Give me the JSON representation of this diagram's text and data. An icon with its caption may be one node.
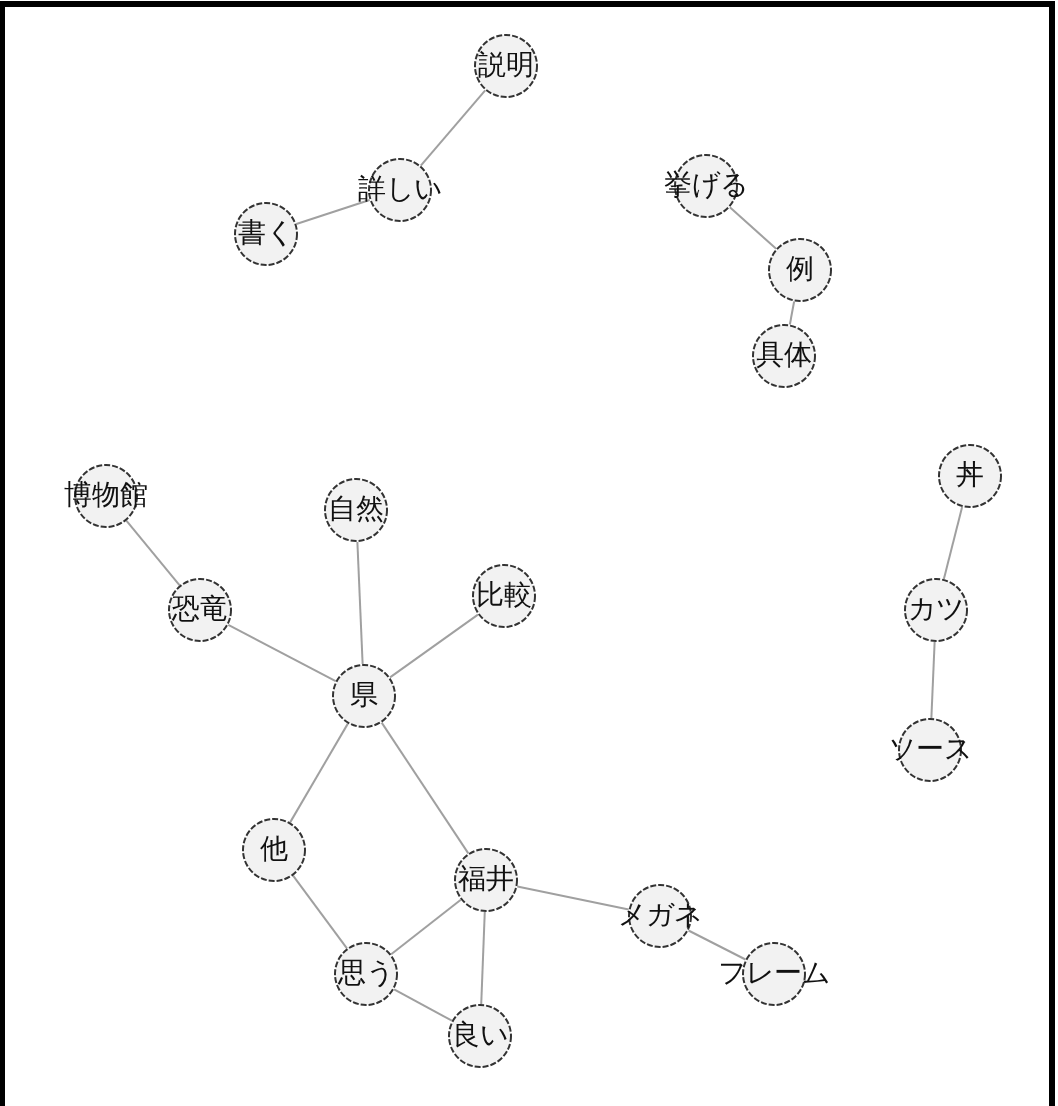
{
  "diagram": {
    "nodes": [
      {
        "text": [
          "説明"
        ]
      },
      {
        "text": [
          "詳しい"
        ]
      },
      {
        "text": [
          "書く"
        ]
      },
      {
        "text": [
          "挙げる"
        ]
      },
      {
        "text": [
          "例"
        ]
      },
      {
        "text": [
          "具体"
        ]
      },
      {
        "text": [
          "博物館"
        ]
      },
      {
        "text": [
          "自然"
        ]
      },
      {
        "text": [
          "比較"
        ]
      },
      {
        "text": [
          "恐竜"
        ]
      },
      {
        "text": [
          "県"
        ]
      },
      {
        "text": [
          "丼"
        ]
      },
      {
        "text": [
          "カツ"
        ]
      },
      {
        "text": [
          "ソース"
        ]
      },
      {
        "text": [
          "他"
        ]
      },
      {
        "text": [
          "福井"
        ]
      },
      {
        "text": [
          "メガネ"
        ]
      },
      {
        "text": [
          "フレーム"
        ]
      },
      {
        "text": [
          "思う"
        ]
      },
      {
        "text": [
          "良い"
        ]
      }
    ],
    "edges": [
      {
        "from": 0,
        "to": 1,
        "arrow": "none"
      },
      {
        "from": 1,
        "to": 2,
        "arrow": "none"
      },
      {
        "from": 3,
        "to": 4,
        "arrow": "none"
      },
      {
        "from": 4,
        "to": 5,
        "arrow": "none"
      },
      {
        "from": 6,
        "to": 9,
        "arrow": "none"
      },
      {
        "from": 9,
        "to": 10,
        "arrow": "none"
      },
      {
        "from": 7,
        "to": 10,
        "arrow": "none"
      },
      {
        "from": 8,
        "to": 10,
        "arrow": "none"
      },
      {
        "from": 10,
        "to": 14,
        "arrow": "none"
      },
      {
        "from": 10,
        "to": 15,
        "arrow": "none"
      },
      {
        "from": 11,
        "to": 12,
        "arrow": "none"
      },
      {
        "from": 12,
        "to": 13,
        "arrow": "none"
      },
      {
        "from": 14,
        "to": 18,
        "arrow": "none"
      },
      {
        "from": 15,
        "to": 18,
        "arrow": "none"
      },
      {
        "from": 15,
        "to": 19,
        "arrow": "none"
      },
      {
        "from": 18,
        "to": 19,
        "arrow": "none"
      },
      {
        "from": 15,
        "to": 16,
        "arrow": "none"
      },
      {
        "from": 16,
        "to": 17,
        "arrow": "none"
      }
    ]
  }
}
